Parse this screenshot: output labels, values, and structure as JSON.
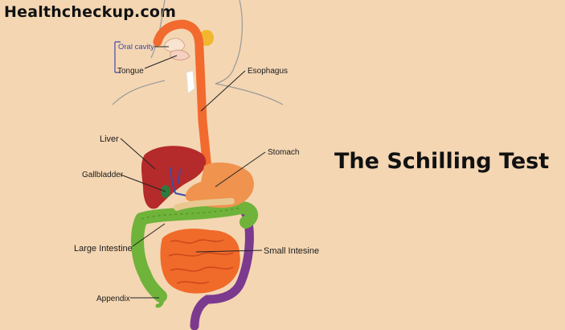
{
  "site": {
    "name": "Healthcheckup.com"
  },
  "title": "The Schilling Test",
  "labels": {
    "oral_cavity": "Oral cavity",
    "tongue": "Tongue",
    "esophagus": "Esophagus",
    "liver": "Liver",
    "stomach": "Stomach",
    "gallbladder": "Gallbladder",
    "large_intestine": "Large Intestine",
    "small_intestine": "Small Intesine",
    "appendix": "Appendix"
  },
  "colors": {
    "background": "#F4D6B3",
    "esophagus": "#F26A2E",
    "liver": "#B52A2A",
    "stomach": "#F0934E",
    "large_intestine": "#6FB33A",
    "small_intestine": "#F06A2A",
    "rectum": "#7C3A8E",
    "gallbladder": "#2E7A3E",
    "salivary_gland": "#F2B72E"
  }
}
